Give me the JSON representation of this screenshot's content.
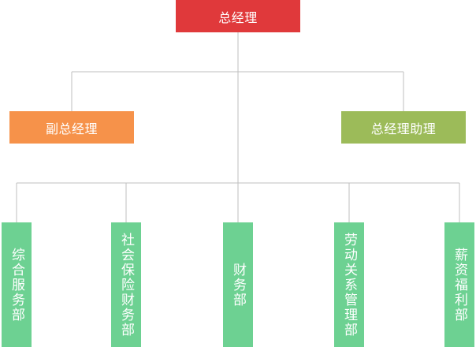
{
  "org_chart": {
    "root": {
      "label": "总经理",
      "color": "#e0393b"
    },
    "level2": [
      {
        "label": "副总经理",
        "color": "#f6924a"
      },
      {
        "label": "总经理助理",
        "color": "#9cbb59"
      }
    ],
    "departments": [
      {
        "label": "综合服务部"
      },
      {
        "label": "社会保险财务部"
      },
      {
        "label": "财务部"
      },
      {
        "label": "劳动关系管理部"
      },
      {
        "label": "薪资福利部"
      }
    ],
    "department_color": "#6dd192",
    "connector_color": "#bfbfbf"
  }
}
